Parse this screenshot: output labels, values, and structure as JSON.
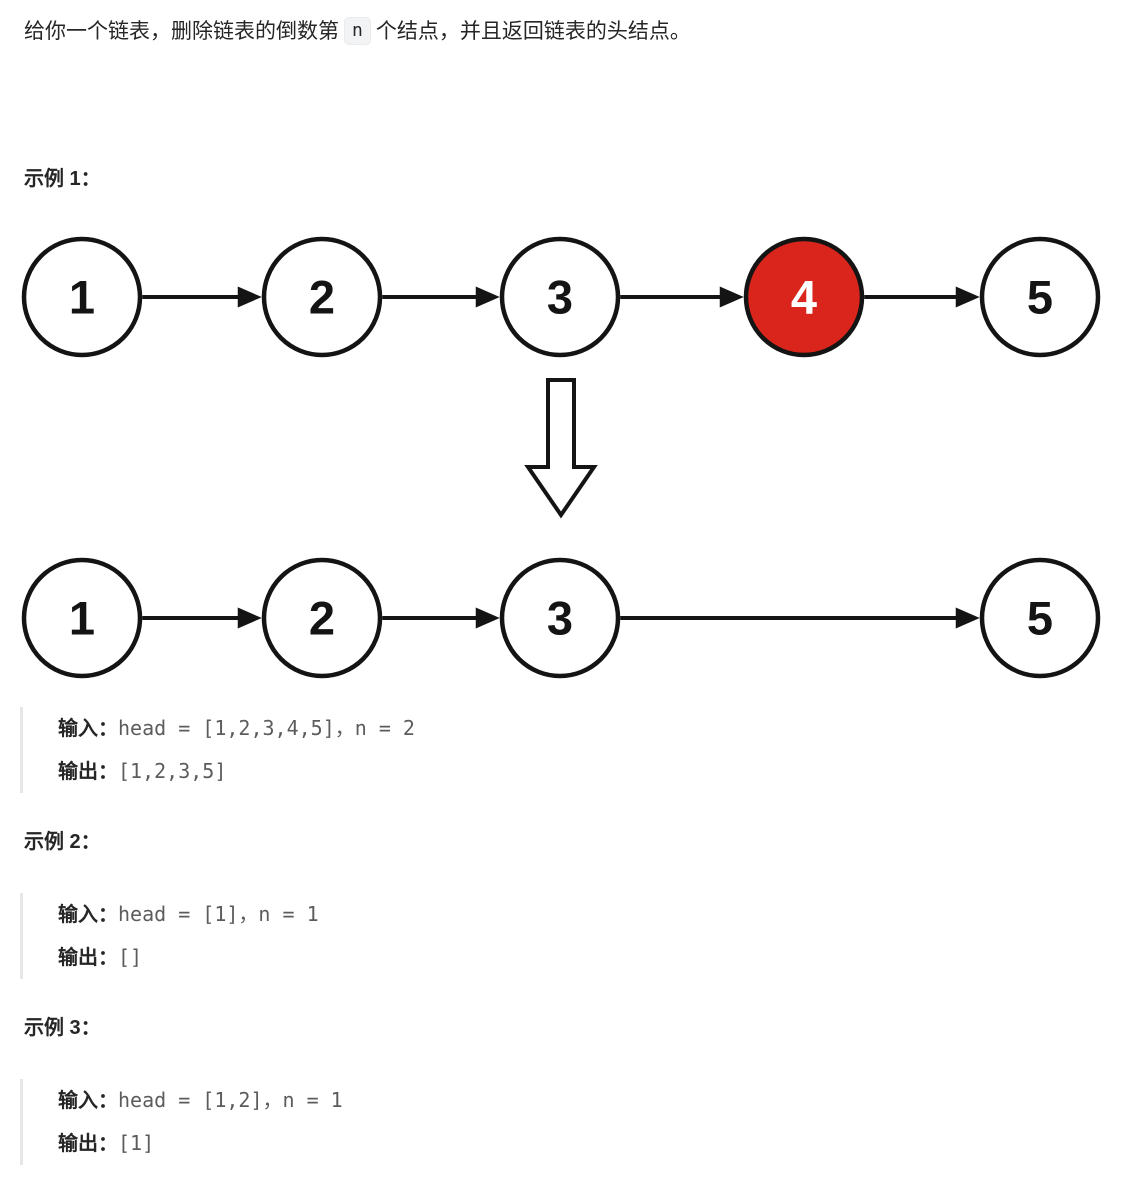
{
  "description": {
    "prefix": "给你一个链表，删除链表的倒数第",
    "code_token": "n",
    "suffix": "个结点，并且返回链表的头结点。"
  },
  "examples": [
    {
      "heading": "示例 1：",
      "input_label": "输入：",
      "input_value": "head = [1,2,3,4,5]，n = 2",
      "output_label": "输出：",
      "output_value": "[1,2,3,5]"
    },
    {
      "heading": "示例 2：",
      "input_label": "输入：",
      "input_value": "head = [1]，n = 1",
      "output_label": "输出：",
      "output_value": "[]"
    },
    {
      "heading": "示例 3：",
      "input_label": "输入：",
      "input_value": "head = [1,2]，n = 1",
      "output_label": "输出：",
      "output_value": "[1]"
    }
  ],
  "diagram": {
    "before": {
      "nodes": [
        "1",
        "2",
        "3",
        "4",
        "5"
      ],
      "removed_node": "4"
    },
    "after": {
      "nodes": [
        "1",
        "2",
        "3",
        "5"
      ]
    },
    "colors": {
      "node_fill": "#ffffff",
      "node_stroke": "#141414",
      "node_text": "#141414",
      "highlight_fill": "#d9251c",
      "highlight_text": "#ffffff",
      "arrow": "#141414"
    }
  }
}
